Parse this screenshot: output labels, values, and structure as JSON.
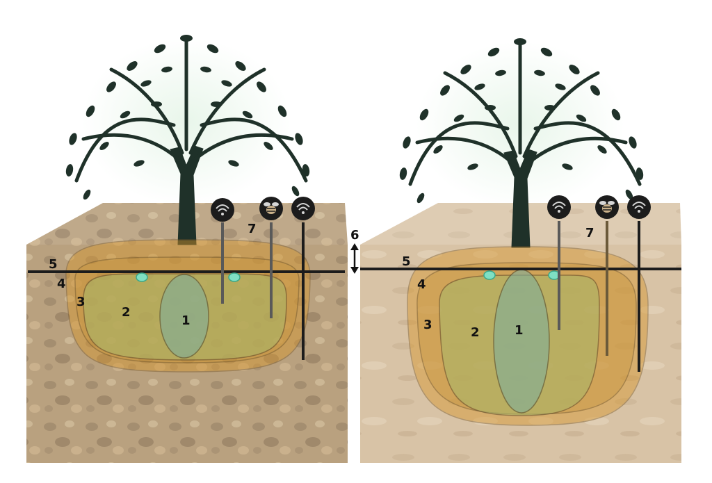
{
  "colors": {
    "background": "#ffffff",
    "rocky_soil": "#b79d78",
    "sandy_soil": "#d9c4a8",
    "soil_top_left": "#a78f6e",
    "soil_top_right": "#c7b196",
    "tree": "#1f3129",
    "canopy_glow": "#e6f5e8",
    "zone_outer": "#d7962c",
    "zone_mid": "#c9963f",
    "zone_inner": "#a8b86a",
    "zone_core": "#7fae9b",
    "emitter": "#7fe0c3",
    "probe": "#2c2c2c",
    "sensor_badge": "#1c1c1c"
  },
  "icons": [
    "sensor-wifi-icon",
    "sensor-bee-icon",
    "sensor-wifi-icon"
  ],
  "panels": [
    {
      "id": "rocky",
      "labels": {
        "z1": "1",
        "z2": "2",
        "z3": "3",
        "z4": "4",
        "z5": "5",
        "z7": "7"
      }
    },
    {
      "id": "sandy",
      "labels": {
        "z1": "1",
        "z2": "2",
        "z3": "3",
        "z4": "4",
        "z5": "5",
        "z7": "7"
      }
    }
  ],
  "depth_label": "6"
}
